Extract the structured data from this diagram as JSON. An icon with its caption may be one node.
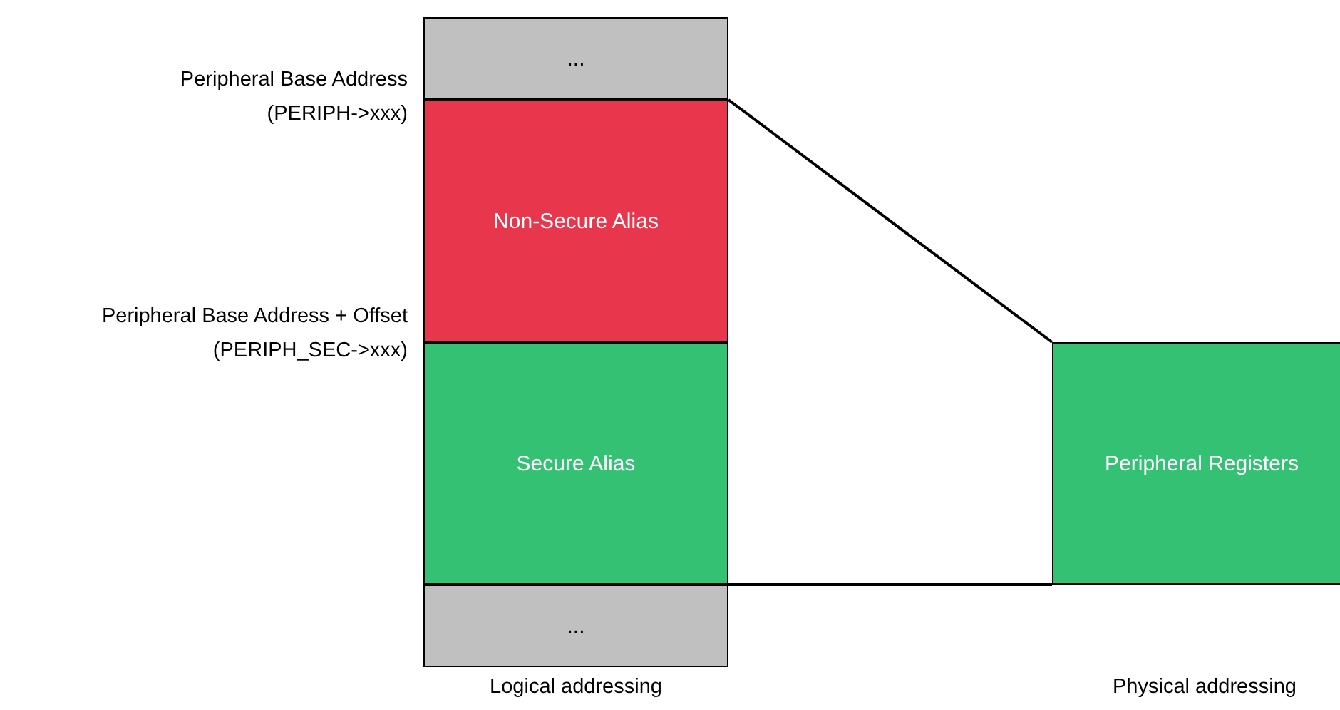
{
  "diagram": {
    "nodes": [
      {
        "text": [
          "..."
        ]
      },
      {
        "text": [
          "Non-Secure Alias"
        ]
      },
      {
        "text": [
          "Secure Alias"
        ]
      },
      {
        "text": [
          "..."
        ]
      },
      {
        "text": [
          "Peripheral Registers"
        ]
      }
    ],
    "edges": [
      {
        "from": 1,
        "to": 4,
        "arrow": "none"
      },
      {
        "from": 2,
        "to": 4,
        "arrow": "none"
      }
    ],
    "labels": [
      "Peripheral Base Address",
      "(PERIPH->xxx)",
      "Peripheral Base Address + Offset",
      "(PERIPH_SEC->xxx)",
      "Logical addressing",
      "Physical addressing"
    ]
  }
}
